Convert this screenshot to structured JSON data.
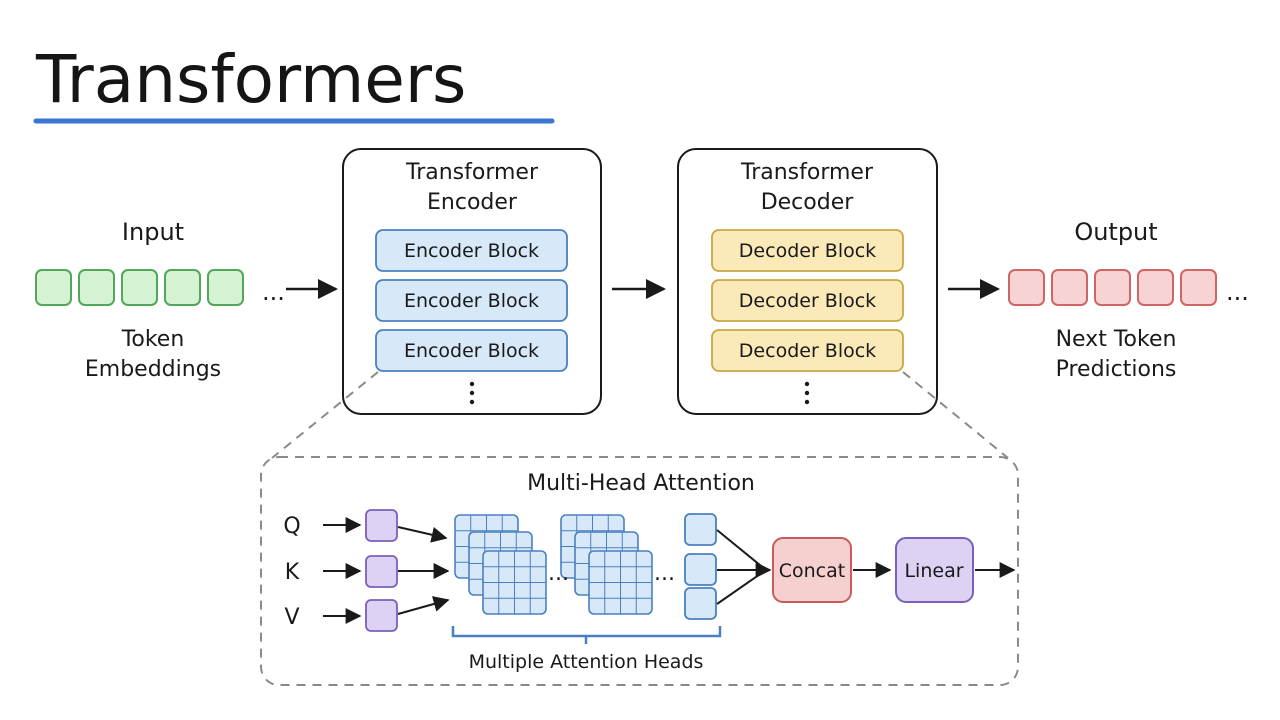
{
  "title": "Transformers",
  "input": {
    "label": "Input",
    "caption_line1": "Token",
    "caption_line2": "Embeddings",
    "token_count": 5,
    "ellipsis": "...",
    "color_fill": "#d5f2d2",
    "color_stroke": "#52a75a"
  },
  "encoder": {
    "title_line1": "Transformer",
    "title_line2": "Encoder",
    "blocks": [
      "Encoder Block",
      "Encoder Block",
      "Encoder Block"
    ],
    "color_fill": "#d7e8f9",
    "color_stroke": "#4a80c0"
  },
  "decoder": {
    "title_line1": "Transformer",
    "title_line2": "Decoder",
    "blocks": [
      "Decoder Block",
      "Decoder Block",
      "Decoder Block"
    ],
    "color_fill": "#fbeab8",
    "color_stroke": "#c9a645"
  },
  "output": {
    "label": "Output",
    "caption_line1": "Next Token",
    "caption_line2": "Predictions",
    "token_count": 5,
    "ellipsis": "...",
    "color_fill": "#f8d3d3",
    "color_stroke": "#cf6565"
  },
  "attention": {
    "title": "Multi-Head Attention",
    "inputs": [
      "Q",
      "K",
      "V"
    ],
    "concat_label": "Concat",
    "linear_label": "Linear",
    "heads_label": "Multiple Attention Heads",
    "ellipsis": "...",
    "proj_fill": "#ddd2f3",
    "proj_stroke": "#7b5fba",
    "grid_fill": "#d7e8f9",
    "grid_stroke": "#4a80c0",
    "concat_fill": "#f6cfcf",
    "concat_stroke": "#c85c5c",
    "linear_fill": "#ddd2f3",
    "linear_stroke": "#7b5fba"
  },
  "accent_underline": "#3a76d2"
}
